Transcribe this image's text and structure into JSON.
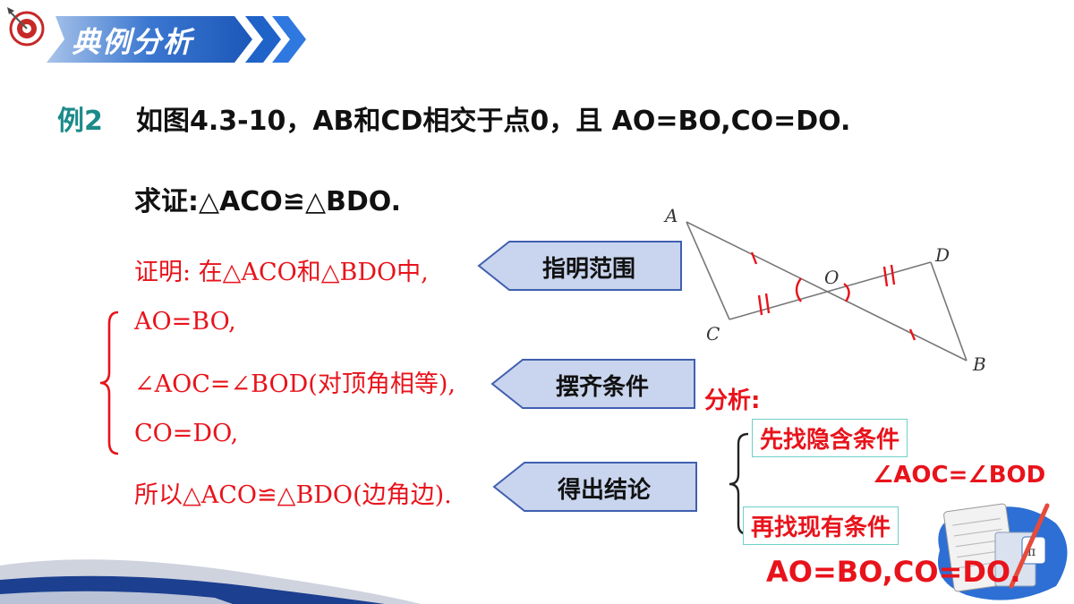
{
  "header": {
    "title": "典例分析",
    "icon": "target-dart-icon",
    "accent": "#1f63c9"
  },
  "example": {
    "label": "例2",
    "statement": "如图4.3-10，AB和CD相交于点0，且 AO=BO,CO=DO.",
    "prove": "求证:△ACO≌△BDO."
  },
  "figure": {
    "labels": [
      "A",
      "D",
      "O",
      "C",
      "B"
    ]
  },
  "proof": {
    "intro": "证明: 在△ACO和△BDO中,",
    "line1": "AO=BO,",
    "line2": "∠AOC=∠BOD(对顶角相等),",
    "line3": "CO=DO,",
    "conclusion": "所以△ACO≌△BDO(边角边)."
  },
  "callouts": {
    "range": "指明范围",
    "conditions": "摆齐条件",
    "conclude": "得出结论"
  },
  "analysis": {
    "title": "分析:",
    "hidden_label": "先找隐含条件",
    "hidden_value": "∠AOC=∠BOD",
    "existing_label": "再找现有条件",
    "existing_value": "AO=BO,CO=DO."
  },
  "colors": {
    "red": "#e8131b",
    "teal": "#1b8a8a",
    "blue": "#1f63c9",
    "callout_fill": "#c9d5ee",
    "callout_border": "#3f5fb0"
  }
}
